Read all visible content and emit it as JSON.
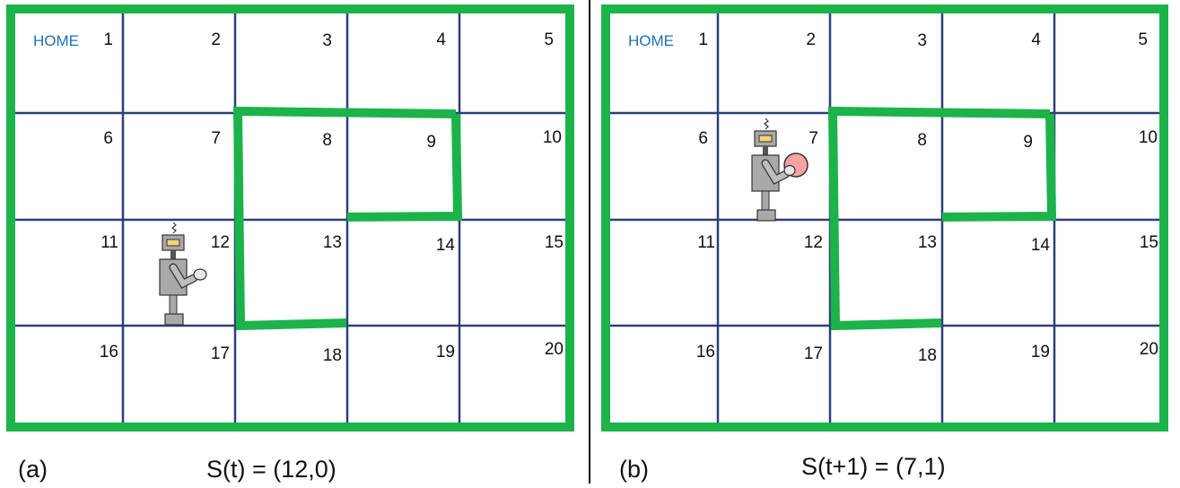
{
  "panels": [
    {
      "id": "a",
      "panel_label": "(a)",
      "state_caption": "S(t) = (12,0)",
      "home_label": "HOME",
      "cells": [
        "1",
        "2",
        "3",
        "4",
        "5",
        "6",
        "7",
        "8",
        "9",
        "10",
        "11",
        "12",
        "13",
        "14",
        "15",
        "16",
        "17",
        "18",
        "19",
        "20"
      ],
      "robot_cell": "12",
      "robot_holding_ball": false
    },
    {
      "id": "b",
      "panel_label": "(b)",
      "state_caption": "S(t+1) = (7,1)",
      "home_label": "HOME",
      "cells": [
        "1",
        "2",
        "3",
        "4",
        "5",
        "6",
        "7",
        "8",
        "9",
        "10",
        "11",
        "12",
        "13",
        "14",
        "15",
        "16",
        "17",
        "18",
        "19",
        "20"
      ],
      "robot_cell": "7",
      "robot_holding_ball": true
    }
  ],
  "colors": {
    "wall": "#1cb34a",
    "grid": "#2d3f7a",
    "home_text": "#1f6fb5",
    "robot_body": "#a9a9a9",
    "robot_head_screen": "#f2d37a",
    "ball": "#f4a3a3"
  }
}
